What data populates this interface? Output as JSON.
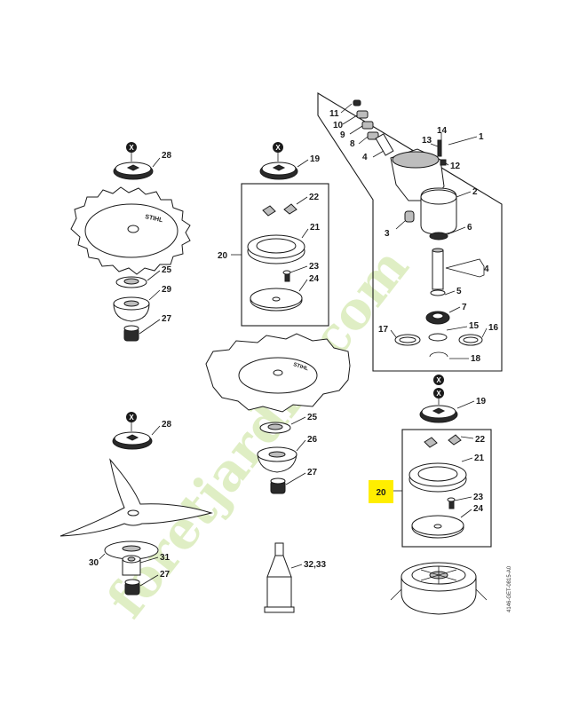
{
  "watermark": {
    "text": "foretjardin.com"
  },
  "highlight_color": "#ffee00",
  "x_marker": "X",
  "drawing_code": "4146-GET-0815-A0",
  "labels": {
    "l1": "1",
    "l2": "2",
    "l3": "3",
    "l4a": "4",
    "l4b": "4",
    "l5": "5",
    "l6": "6",
    "l7": "7",
    "l8": "8",
    "l9": "9",
    "l10": "10",
    "l11": "11",
    "l12": "12",
    "l13": "13",
    "l14": "14",
    "l15": "15",
    "l16": "16",
    "l17": "17",
    "l18": "18",
    "l19a": "19",
    "l19b": "19",
    "l20a": "20",
    "l20b": "20",
    "l21a": "21",
    "l21b": "21",
    "l22a": "22",
    "l22b": "22",
    "l23a": "23",
    "l23b": "23",
    "l24a": "24",
    "l24b": "24",
    "l25a": "25",
    "l25b": "25",
    "l26": "26",
    "l27a": "27",
    "l27b": "27",
    "l27c": "27",
    "l28a": "28",
    "l28b": "28",
    "l29": "29",
    "l30": "30",
    "l31": "31",
    "l32": "32,33"
  }
}
